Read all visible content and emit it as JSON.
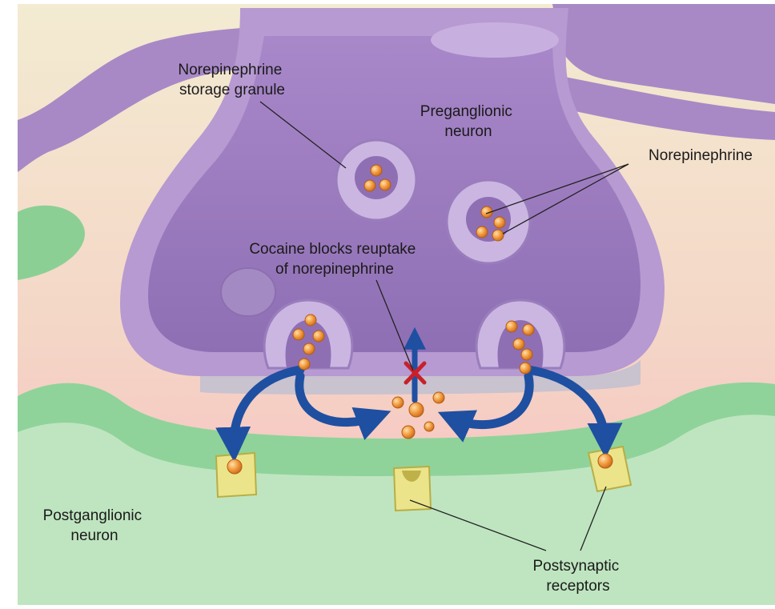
{
  "labels": {
    "storage_granule": [
      "Norepinephrine",
      "storage granule"
    ],
    "preganglionic": [
      "Preganglionic",
      "neuron"
    ],
    "norepinephrine": "Norepinephrine",
    "cocaine": [
      "Cocaine blocks reuptake",
      "of norepinephrine"
    ],
    "postganglionic": [
      "Postganglionic",
      "neuron"
    ],
    "receptors": [
      "Postsynaptic",
      "receptors"
    ]
  },
  "colors": {
    "background": "#f4ead0",
    "neuron_purple": "#b79ad1",
    "neuron_inner": "#9d7fc0",
    "postsynaptic_green": "#9fd8a8",
    "synaptic_pink": "#f6c9c3",
    "receptor_yellow": "#ece48a",
    "molecule_orange": "#f19a3e",
    "arrow_blue": "#1f4fa0",
    "block_red": "#c8202a"
  },
  "icons": {
    "reuptake_block": "red-x-mark",
    "flow_arrows": "curved-blue-arrows"
  }
}
